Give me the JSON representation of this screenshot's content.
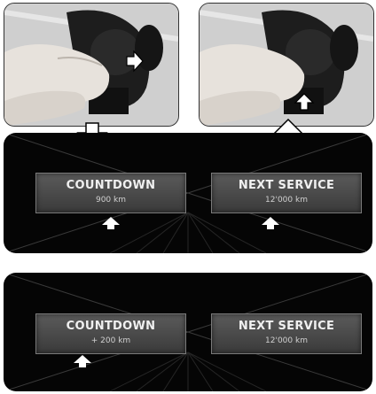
{
  "top_panel": {
    "left_box": {
      "title": "COUNTDOWN",
      "value": "900 km"
    },
    "right_box": {
      "title": "NEXT SERVICE",
      "value": "12'000 km"
    }
  },
  "bottom_panel": {
    "left_box": {
      "title": "COUNTDOWN",
      "value": "+ 200 km"
    },
    "right_box": {
      "title": "NEXT SERVICE",
      "value": "12'000 km"
    }
  }
}
